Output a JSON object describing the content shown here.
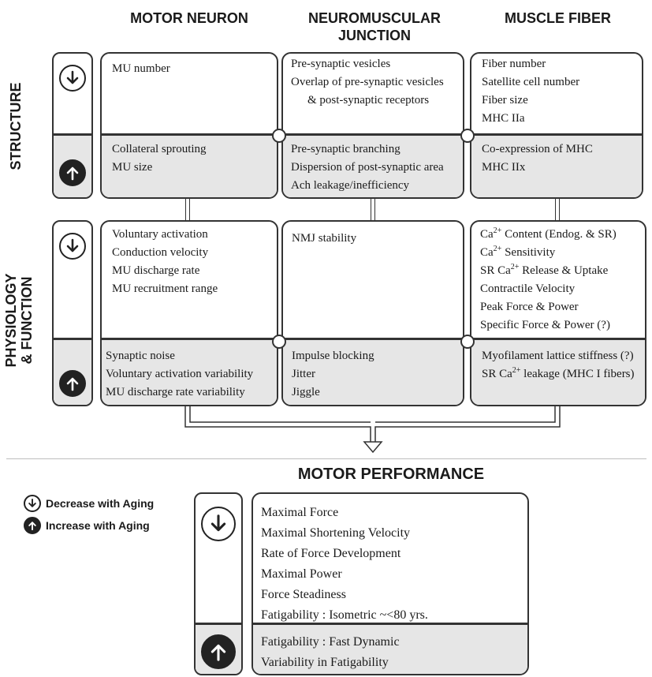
{
  "columns": {
    "motor_neuron": "MOTOR NEURON",
    "nmj_line1": "NEUROMUSCULAR",
    "nmj_line2": "JUNCTION",
    "muscle_fiber": "MUSCLE FIBER"
  },
  "rows": {
    "structure": "STRUCTURE",
    "physiology_line1": "PHYSIOLOGY",
    "physiology_line2": "& FUNCTION"
  },
  "structure": {
    "motor_neuron": {
      "decrease": [
        "MU number"
      ],
      "increase": [
        "Collateral sprouting",
        "MU size"
      ]
    },
    "nmj": {
      "decrease": [
        "Pre-synaptic vesicles",
        "Overlap of pre-synaptic  vesicles",
        "& post-synaptic receptors"
      ],
      "increase": [
        "Pre-synaptic branching",
        "Dispersion of post-synaptic area",
        "Ach leakage/inefficiency"
      ]
    },
    "muscle_fiber": {
      "decrease": [
        "Fiber number",
        "Satellite cell number",
        "Fiber size",
        "MHC IIa"
      ],
      "increase": [
        "Co-expression of MHC",
        "MHC IIx"
      ]
    }
  },
  "physiology": {
    "motor_neuron": {
      "decrease": [
        "Voluntary activation",
        "Conduction velocity",
        "MU discharge rate",
        "MU recruitment range"
      ],
      "increase": [
        "Synaptic noise",
        "Voluntary activation variability",
        "MU discharge rate variability"
      ]
    },
    "nmj": {
      "decrease": [
        "NMJ stability"
      ],
      "increase": [
        "Impulse blocking",
        "Jitter",
        "Jiggle"
      ]
    },
    "muscle_fiber": {
      "decrease": [
        {
          "pre": "Ca",
          "sup": "2+",
          "post": " Content (Endog. & SR)"
        },
        {
          "pre": "Ca",
          "sup": "2+",
          "post": " Sensitivity"
        },
        {
          "pre": "SR Ca",
          "sup": "2+",
          "post": " Release & Uptake"
        },
        {
          "pre": "Contractile Velocity",
          "sup": "",
          "post": ""
        },
        {
          "pre": "Peak Force & Power",
          "sup": "",
          "post": ""
        },
        {
          "pre": "Specific Force & Power (?)",
          "sup": "",
          "post": ""
        }
      ],
      "increase": [
        {
          "pre": "Myofilament lattice stiffness (?)",
          "sup": "",
          "post": ""
        },
        {
          "pre": "SR Ca",
          "sup": "2+",
          "post": " leakage (MHC I fibers)"
        }
      ]
    }
  },
  "performance": {
    "title": "MOTOR PERFORMANCE",
    "decrease": [
      "Maximal Force",
      "Maximal Shortening Velocity",
      "Rate of Force Development",
      "Maximal Power",
      "Force Steadiness",
      "Fatigability : Isometric ~<80 yrs."
    ],
    "increase": [
      "Fatigability : Fast Dynamic",
      "Variability in Fatigability"
    ]
  },
  "legend": {
    "decrease": "Decrease with Aging",
    "increase": "Increase with Aging"
  },
  "icons": {
    "decrease": "down-arrow-circle-icon",
    "increase": "up-arrow-circle-icon"
  },
  "colors": {
    "increase_bg": "#e6e6e6",
    "stroke": "#333333"
  }
}
